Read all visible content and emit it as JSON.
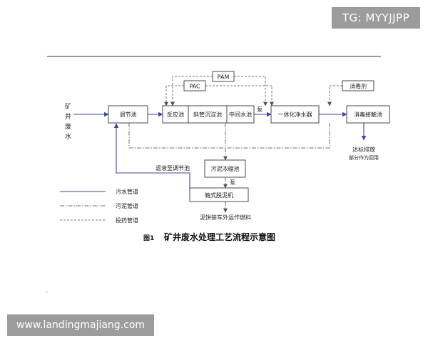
{
  "watermarks": {
    "top_right": "TG: MYYJJPP",
    "bottom_left": "www.landingmajiang.com"
  },
  "diagram": {
    "source_label": "矿\n井\n废\n水",
    "nodes": {
      "tiaojiechi": "调节池",
      "fanyingchi": "反应池",
      "xieguan": "斜管沉淀池",
      "zhongjian": "中间水池",
      "yitihua": "一体化净水器",
      "xiaodu_jiechu": "消毒接触池",
      "pam": "PAM",
      "pac": "PAC",
      "xiaoduji": "消毒剂",
      "wuni_nongsuo": "污泥浓缩池",
      "xiangshi": "箱式脱泥机"
    },
    "labels": {
      "pump_top": "泵",
      "pump_bottom": "泵",
      "filtrate_return": "滤液至调节池",
      "discharge_line1": "达标排放",
      "discharge_line2": "部分作为回用",
      "sludge_cake": "泥饼装车外运作燃料"
    },
    "legend": [
      {
        "label": "污水管道",
        "style": "solid"
      },
      {
        "label": "污泥管道",
        "style": "dash-dot"
      },
      {
        "label": "投药管道",
        "style": "dashed"
      }
    ],
    "caption": {
      "prefix": "图1",
      "title": "矿井废水处理工艺流程示意图"
    },
    "colors": {
      "sewage_line": "#3b4a9c",
      "sludge_line": "#6a6a8a",
      "dosing_line": "#777777",
      "box_stroke": "#4a4a4a",
      "rule": "#5a5a5a"
    }
  }
}
